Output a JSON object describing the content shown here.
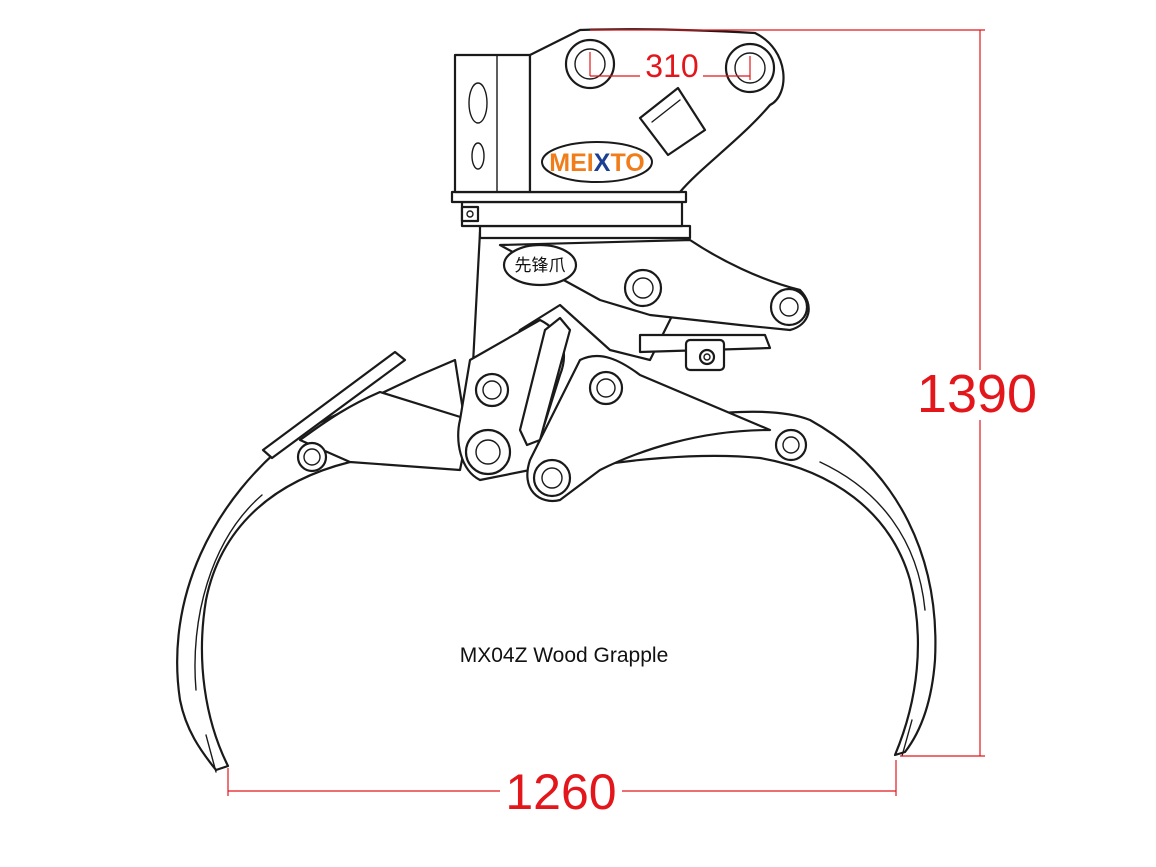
{
  "figure": {
    "caption": "MX04Z Wood Grapple"
  },
  "dimensions": {
    "pin_spacing": "310",
    "overall_height": "1390",
    "jaw_opening": "1260",
    "dimension_color": "#e3161b"
  },
  "branding": {
    "logo_parts": [
      "MEI",
      "X",
      "TO"
    ],
    "logo_colors": [
      "#f07d1a",
      "#1c3f94",
      "#f07d1a"
    ],
    "stamp_text": "先锋爪"
  },
  "icons": [
    "mounting-pin-icon",
    "bolt-icon",
    "grease-fitting-icon"
  ]
}
